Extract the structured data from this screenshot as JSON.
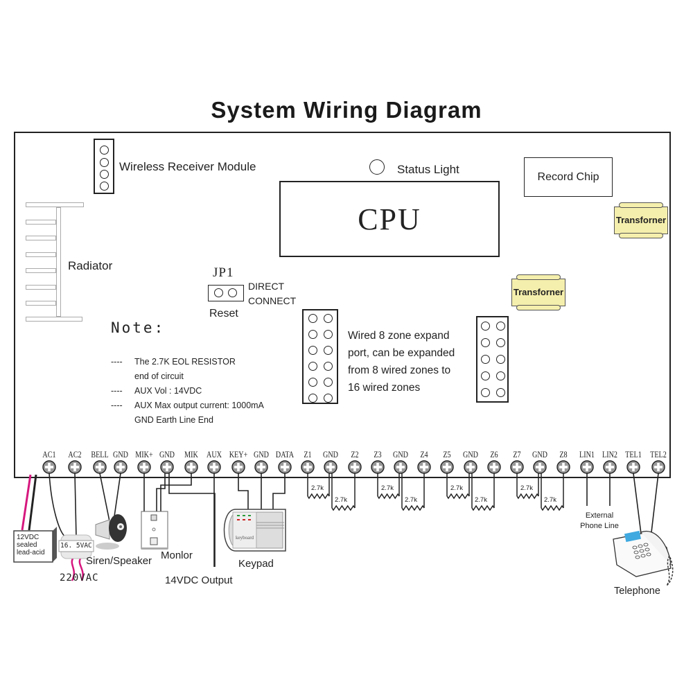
{
  "title": "System  Wiring Diagram",
  "board": {
    "wireless_module": "Wireless Receiver Module",
    "status_light": "Status Light",
    "cpu": "CPU",
    "record_chip": "Record Chip",
    "transformer_1": "Transforner",
    "transformer_2": "Transforner",
    "radiator": "Radiator",
    "jp1": "JP1",
    "direct": "DIRECT",
    "connect": "CONNECT",
    "reset": "Reset",
    "note_title": "Note:",
    "notes": [
      {
        "dash": "----",
        "text": "The 2.7K EOL RESISTOR"
      },
      {
        "dash": "",
        "text": "end of circuit"
      },
      {
        "dash": "----",
        "text": "AUX Vol : 14VDC"
      },
      {
        "dash": "----",
        "text": "AUX Max output current: 1000mA"
      },
      {
        "dash": "",
        "text": "GND Earth Line End"
      }
    ],
    "expand_port": [
      "Wired 8 zone expand",
      "port, can be expanded",
      "from 8 wired zones to",
      "16 wired zones"
    ]
  },
  "terminals": [
    "AC1",
    "AC2",
    "BELL",
    "GND",
    "MIK+",
    "GND",
    "MIK",
    "AUX",
    "KEY+",
    "GND",
    "DATA",
    "Z1",
    "GND",
    "Z2",
    "Z3",
    "GND",
    "Z4",
    "Z5",
    "GND",
    "Z6",
    "Z7",
    "GND",
    "Z8",
    "LIN1",
    "LIN2",
    "TEL1",
    "TEL2"
  ],
  "resistor_value": "2.7k",
  "devices": {
    "battery": [
      "12VDC",
      "sealed",
      "lead-acid"
    ],
    "ac_transformer": "16. 5VAC",
    "mains": "220VAC",
    "siren": "Siren/Speaker",
    "monitor": "Monlor",
    "aux_output": "14VDC Output",
    "keypad": "Keypad",
    "keypad_face": "keyboard",
    "external_line": [
      "External",
      "Phone Line"
    ],
    "telephone": "Telephone"
  },
  "colors": {
    "line": "#222222",
    "mains_wire": "#d6177e",
    "transformer_fill": "#f5efad",
    "phone_screen": "#3fa9e0",
    "terminal_fill": "#9a9a9a"
  }
}
